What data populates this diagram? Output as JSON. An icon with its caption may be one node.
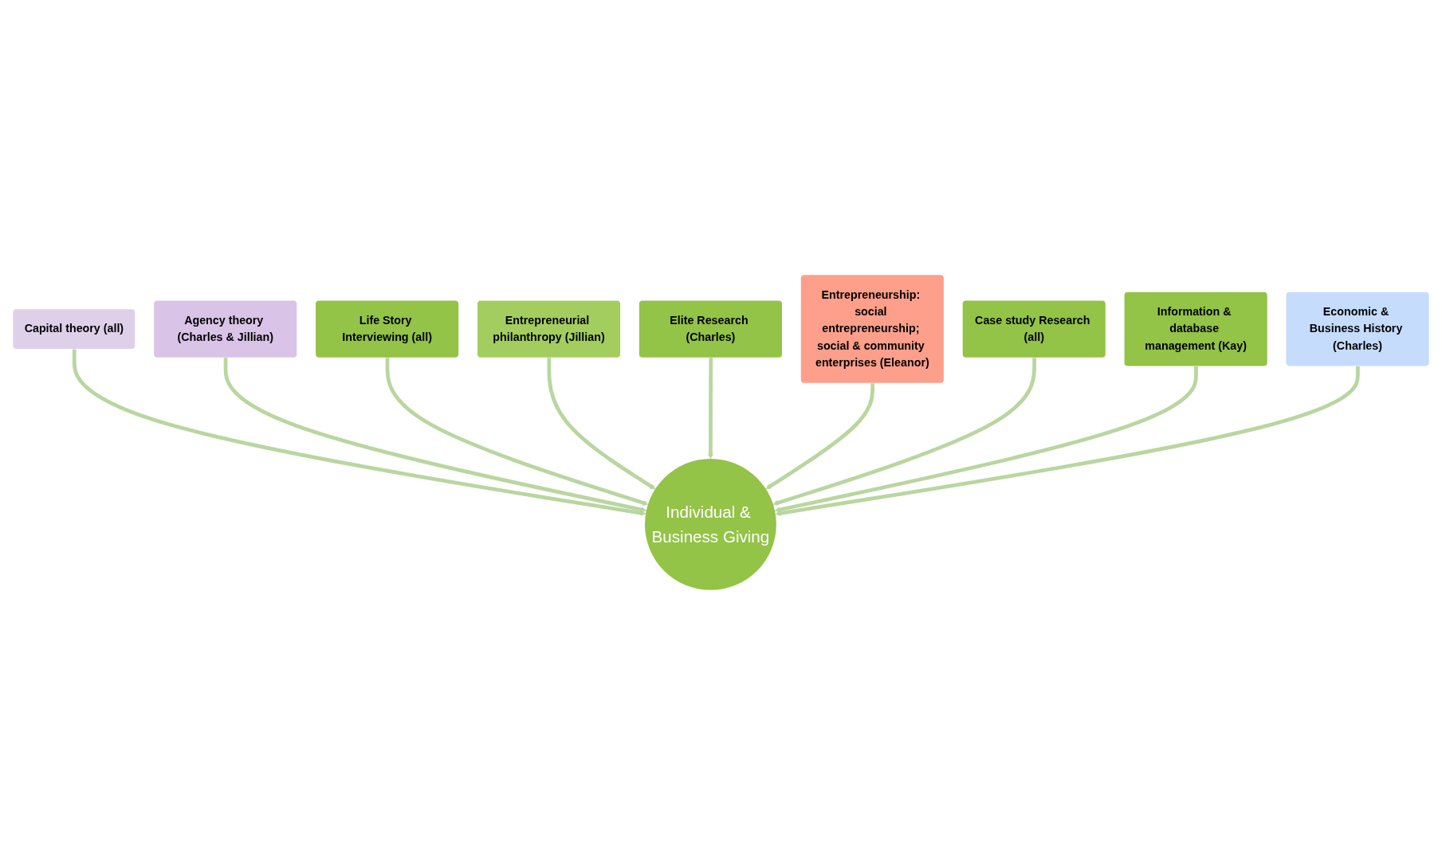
{
  "diagram": {
    "nodes": [
      {
        "text": [
          "Capital theory (all)"
        ]
      },
      {
        "text": [
          "Agency theory (Charles & Jillian)"
        ]
      },
      {
        "text": [
          "Life Story Interviewing (all)"
        ]
      },
      {
        "text": [
          "Entrepreneurial philanthropy (Jillian)"
        ]
      },
      {
        "text": [
          "Elite Research (Charles)"
        ]
      },
      {
        "text": [
          "Entrepreneurship: social entrepreneurship; social & community enterprises (Eleanor)"
        ]
      },
      {
        "text": [
          "Case study Research (all)"
        ]
      },
      {
        "text": [
          "Information & database management (Kay)"
        ]
      },
      {
        "text": [
          "Economic & Business History (Charles)"
        ]
      },
      {
        "text": [
          "Individual & Business Giving"
        ]
      }
    ],
    "edges": [
      {
        "from": 0,
        "to": 9,
        "arrow": "to"
      },
      {
        "from": 1,
        "to": 9,
        "arrow": "to"
      },
      {
        "from": 2,
        "to": 9,
        "arrow": "to"
      },
      {
        "from": 3,
        "to": 9,
        "arrow": "to"
      },
      {
        "from": 4,
        "to": 9,
        "arrow": "to"
      },
      {
        "from": 5,
        "to": 9,
        "arrow": "to"
      },
      {
        "from": 6,
        "to": 9,
        "arrow": "to"
      },
      {
        "from": 7,
        "to": 9,
        "arrow": "to"
      },
      {
        "from": 8,
        "to": 9,
        "arrow": "to"
      }
    ]
  }
}
